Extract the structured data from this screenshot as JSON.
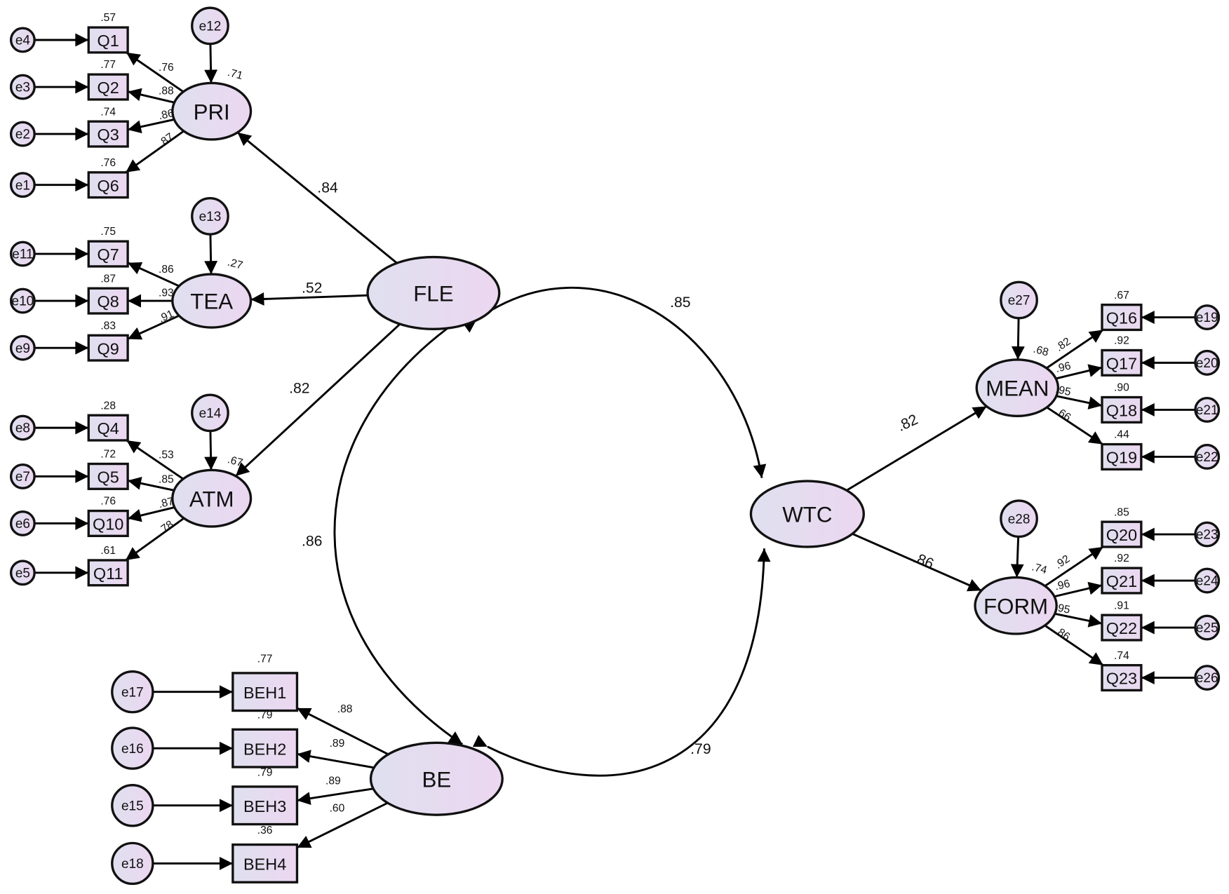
{
  "diagram": {
    "title": "Structural equation model: FLE, BE and WTC",
    "colors": {
      "node_fill_start": "#dfe0ef",
      "node_fill_end": "#ecd7f0",
      "stroke": "#111111"
    },
    "latent_factors": [
      {
        "id": "FLE",
        "label": "FLE"
      },
      {
        "id": "BE",
        "label": "BE"
      },
      {
        "id": "WTC",
        "label": "WTC"
      }
    ],
    "first_order": [
      {
        "id": "PRI",
        "label": "PRI",
        "parent": "FLE",
        "loading": ".84",
        "disturbance": "e12",
        "r2": ".71",
        "items": [
          {
            "label": "Q1",
            "error": "e4",
            "loading": ".76",
            "r2": ".57"
          },
          {
            "label": "Q2",
            "error": "e3",
            "loading": ".88",
            "r2": ".77"
          },
          {
            "label": "Q3",
            "error": "e2",
            "loading": ".86",
            "r2": ".74"
          },
          {
            "label": "Q6",
            "error": "e1",
            "loading": ".87",
            "r2": ".76"
          }
        ]
      },
      {
        "id": "TEA",
        "label": "TEA",
        "parent": "FLE",
        "loading": ".52",
        "disturbance": "e13",
        "r2": ".27",
        "items": [
          {
            "label": "Q7",
            "error": "e11",
            "loading": ".86",
            "r2": ".75"
          },
          {
            "label": "Q8",
            "error": "e10",
            "loading": ".93",
            "r2": ".87"
          },
          {
            "label": "Q9",
            "error": "e9",
            "loading": ".91",
            "r2": ".83"
          }
        ]
      },
      {
        "id": "ATM",
        "label": "ATM",
        "parent": "FLE",
        "loading": ".82",
        "disturbance": "e14",
        "r2": ".67",
        "items": [
          {
            "label": "Q4",
            "error": "e8",
            "loading": ".53",
            "r2": ".28"
          },
          {
            "label": "Q5",
            "error": "e7",
            "loading": ".85",
            "r2": ".72"
          },
          {
            "label": "Q10",
            "error": "e6",
            "loading": ".87",
            "r2": ".76"
          },
          {
            "label": "Q11",
            "error": "e5",
            "loading": ".78",
            "r2": ".61"
          }
        ]
      },
      {
        "id": "MEAN",
        "label": "MEAN",
        "parent": "WTC",
        "loading": ".82",
        "disturbance": "e27",
        "r2": ".68",
        "items": [
          {
            "label": "Q16",
            "error": "e19",
            "loading": ".82",
            "r2": ".67"
          },
          {
            "label": "Q17",
            "error": "e20",
            "loading": ".96",
            "r2": ".92"
          },
          {
            "label": "Q18",
            "error": "e21",
            "loading": ".95",
            "r2": ".90"
          },
          {
            "label": "Q19",
            "error": "e22",
            "loading": ".66",
            "r2": ".44"
          }
        ]
      },
      {
        "id": "FORM",
        "label": "FORM",
        "parent": "WTC",
        "loading": ".86",
        "disturbance": "e28",
        "r2": ".74",
        "items": [
          {
            "label": "Q20",
            "error": "e23",
            "loading": ".92",
            "r2": ".85"
          },
          {
            "label": "Q21",
            "error": "e24",
            "loading": ".96",
            "r2": ".92"
          },
          {
            "label": "Q22",
            "error": "e25",
            "loading": ".95",
            "r2": ".91"
          },
          {
            "label": "Q23",
            "error": "e26",
            "loading": ".86",
            "r2": ".74"
          }
        ]
      }
    ],
    "be_items": [
      {
        "label": "BEH1",
        "error": "e17",
        "loading": ".88",
        "r2": ".77"
      },
      {
        "label": "BEH2",
        "error": "e16",
        "loading": ".89",
        "r2": ".79"
      },
      {
        "label": "BEH3",
        "error": "e15",
        "loading": ".89",
        "r2": ".79"
      },
      {
        "label": "BEH4",
        "error": "e18",
        "loading": ".60",
        "r2": ".36"
      }
    ],
    "correlations": [
      {
        "from": "FLE",
        "to": "WTC",
        "value": ".85"
      },
      {
        "from": "FLE",
        "to": "BE",
        "value": ".86"
      },
      {
        "from": "BE",
        "to": "WTC",
        "value": ".79"
      }
    ]
  }
}
